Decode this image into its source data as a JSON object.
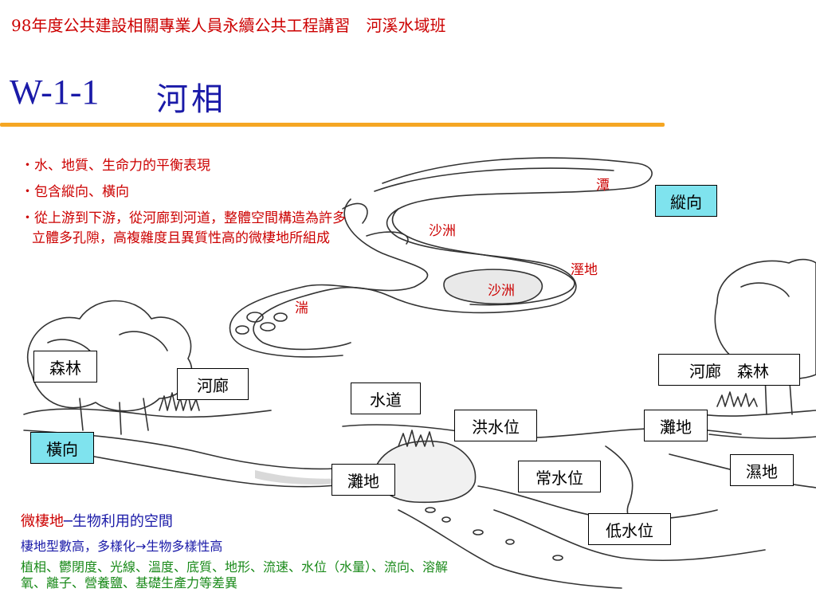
{
  "header": {
    "title": "98年度公共建設相關專業人員永續公共工程講習　河溪水域班"
  },
  "slide": {
    "code": "W-1-1",
    "name": "河相"
  },
  "bullets": [
    "水、地質、生命力的平衡表現",
    "包含縱向、橫向",
    "從上游到下游，從河廊到河道，整體空間構造為許多立體多孔隙，高複雜度且異質性高的微棲地所組成"
  ],
  "annotations": {
    "pool": "潭",
    "sandbar1": "沙洲",
    "trench": "溼地",
    "sandbar2": "沙洲",
    "rapids": "湍"
  },
  "labels": {
    "longitudinal": "縱向",
    "forest_left": "森林",
    "corridor_left": "河廊",
    "channel": "水道",
    "corridor_forest_right": "河廊　森林",
    "flood_level": "洪水位",
    "beach_right": "灘地",
    "transverse": "橫向",
    "normal_level": "常水位",
    "wetland": "濕地",
    "beach_left": "灘地",
    "low_level": "低水位"
  },
  "footer": {
    "term": "微棲地",
    "term_def": "─生物利用的空間",
    "line2": "棲地型數高，多樣化→生物多樣性高",
    "line3": "植相、鬱閉度、光線、溫度、底質、地形、流速、水位（水量）、流向、溶解氧、離子、營養鹽、基礎生產力等差異"
  },
  "colors": {
    "header_red": "#cc0000",
    "title_blue": "#1a1aa8",
    "rule_orange": "#f5a623",
    "label_cyan": "#7fe3ee",
    "footer_green": "#1a8a1a"
  }
}
